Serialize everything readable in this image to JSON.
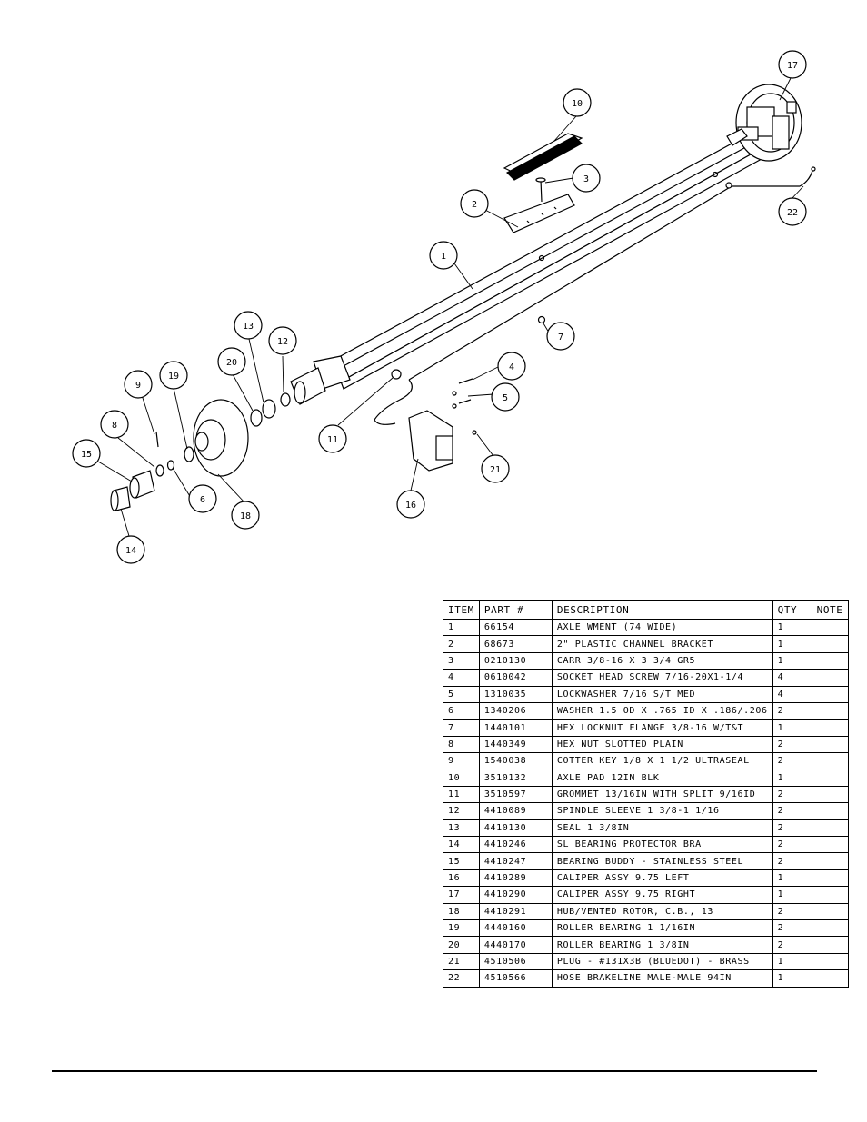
{
  "diagram": {
    "callouts": [
      {
        "label": "1"
      },
      {
        "label": "2"
      },
      {
        "label": "3"
      },
      {
        "label": "4"
      },
      {
        "label": "5"
      },
      {
        "label": "6"
      },
      {
        "label": "7"
      },
      {
        "label": "8"
      },
      {
        "label": "9"
      },
      {
        "label": "10"
      },
      {
        "label": "11"
      },
      {
        "label": "12"
      },
      {
        "label": "13"
      },
      {
        "label": "14"
      },
      {
        "label": "15"
      },
      {
        "label": "16"
      },
      {
        "label": "17"
      },
      {
        "label": "18"
      },
      {
        "label": "19"
      },
      {
        "label": "20"
      },
      {
        "label": "21"
      },
      {
        "label": "22"
      }
    ]
  },
  "parts_table": {
    "headers": [
      "ITEM",
      "PART #",
      "DESCRIPTION",
      "QTY",
      "NOTE"
    ],
    "rows": [
      [
        "1",
        "66154",
        "AXLE WMENT (74 WIDE)",
        "1",
        ""
      ],
      [
        "2",
        "68673",
        "2\" PLASTIC CHANNEL BRACKET",
        "1",
        ""
      ],
      [
        "3",
        "0210130",
        "CARR 3/8-16 X 3 3/4 GR5",
        "1",
        ""
      ],
      [
        "4",
        "0610042",
        "SOCKET HEAD SCREW 7/16-20X1-1/4",
        "4",
        ""
      ],
      [
        "5",
        "1310035",
        "LOCKWASHER 7/16 S/T MED",
        "4",
        ""
      ],
      [
        "6",
        "1340206",
        "WASHER 1.5 OD X .765 ID X .186/.206",
        "2",
        ""
      ],
      [
        "7",
        "1440101",
        "HEX LOCKNUT FLANGE 3/8-16 W/T&T",
        "1",
        ""
      ],
      [
        "8",
        "1440349",
        "HEX NUT SLOTTED PLAIN",
        "2",
        ""
      ],
      [
        "9",
        "1540038",
        "COTTER KEY 1/8 X 1 1/2 ULTRASEAL",
        "2",
        ""
      ],
      [
        "10",
        "3510132",
        "AXLE PAD 12IN  BLK",
        "1",
        ""
      ],
      [
        "11",
        "3510597",
        "GROMMET 13/16IN  WITH SPLIT 9/16ID",
        "2",
        ""
      ],
      [
        "12",
        "4410089",
        "SPINDLE SLEEVE  1 3/8-1 1/16",
        "2",
        ""
      ],
      [
        "13",
        "4410130",
        "SEAL  1 3/8IN",
        "2",
        ""
      ],
      [
        "14",
        "4410246",
        "SL BEARING PROTECTOR BRA",
        "2",
        ""
      ],
      [
        "15",
        "4410247",
        "BEARING BUDDY - STAINLESS STEEL",
        "2",
        ""
      ],
      [
        "16",
        "4410289",
        "CALIPER ASSY 9.75 LEFT",
        "1",
        ""
      ],
      [
        "17",
        "4410290",
        "CALIPER ASSY 9.75 RIGHT",
        "1",
        ""
      ],
      [
        "18",
        "4410291",
        "HUB/VENTED ROTOR, C.B.,  13",
        "2",
        ""
      ],
      [
        "19",
        "4440160",
        "ROLLER BEARING   1 1/16IN",
        "2",
        ""
      ],
      [
        "20",
        "4440170",
        "ROLLER BEARING   1 3/8IN",
        "2",
        ""
      ],
      [
        "21",
        "4510506",
        "PLUG - #131X3B (BLUEDOT) - BRASS",
        "1",
        ""
      ],
      [
        "22",
        "4510566",
        "HOSE BRAKELINE MALE-MALE 94IN",
        "1",
        ""
      ]
    ]
  }
}
